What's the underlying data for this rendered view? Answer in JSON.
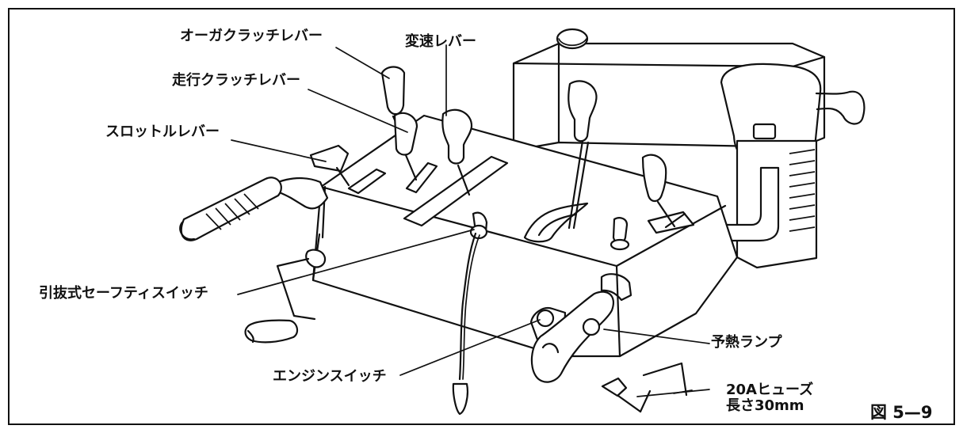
{
  "labels": {
    "auger_clutch_lever": "オーガクラッチレバー",
    "shift_lever": "変速レバー",
    "travel_clutch_lever": "走行クラッチレバー",
    "throttle_lever": "スロットルレバー",
    "pull_safety_switch": "引抜式セーフティスイッチ",
    "engine_switch": "エンジンスイッチ",
    "preheat_lamp": "予熱ランプ",
    "fuse_line1": "20Aヒューズ",
    "fuse_line2": "長さ30mm"
  },
  "figure_label": "図 5—9"
}
